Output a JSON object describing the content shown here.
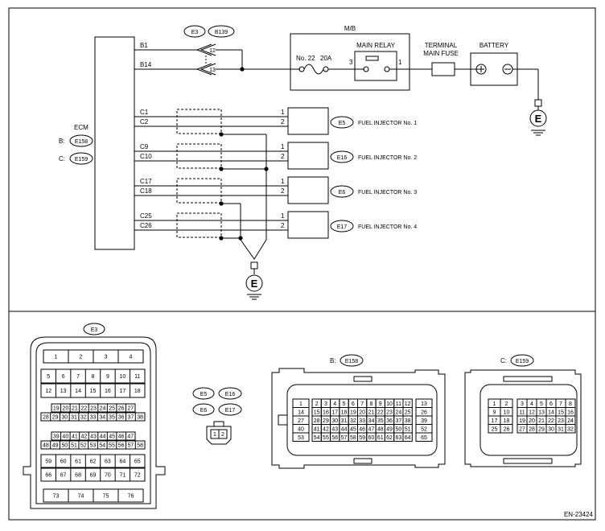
{
  "ecm": {
    "label": "ECM",
    "conn_b_prefix": "B:",
    "conn_b": "E158",
    "conn_c_prefix": "C:",
    "conn_c": "E159",
    "pins": [
      "B1",
      "B14",
      "C1",
      "C2",
      "C9",
      "C10",
      "C17",
      "C18",
      "C25",
      "C26"
    ]
  },
  "joint_connector": {
    "ids": [
      "E3",
      "B139"
    ],
    "pins": [
      "12",
      "13"
    ]
  },
  "mb": {
    "label": "M/B",
    "fuse_label": "No. 22",
    "fuse_rating": "20A",
    "relay_label": "MAIN RELAY",
    "relay_pin_left": "3",
    "relay_pin_right": "1"
  },
  "main_fuse": {
    "label_line1": "TERMINAL",
    "label_line2": "MAIN FUSE"
  },
  "battery": {
    "label": "BATTERY"
  },
  "ground_symbol": "E",
  "injectors": [
    {
      "conn": "E5",
      "name": "FUEL INJECTOR No. 1",
      "pin1": "1",
      "pin2": "2"
    },
    {
      "conn": "E16",
      "name": "FUEL INJECTOR No. 2",
      "pin1": "1",
      "pin2": "2"
    },
    {
      "conn": "E6",
      "name": "FUEL INJECTOR No. 3",
      "pin1": "1",
      "pin2": "2"
    },
    {
      "conn": "E17",
      "name": "FUEL INJECTOR No. 4",
      "pin1": "1",
      "pin2": "2"
    }
  ],
  "connector_e3": {
    "label": "E3",
    "rows": [
      [
        "1",
        "2",
        "3",
        "4"
      ],
      [
        "5",
        "6",
        "7",
        "8",
        "9",
        "10",
        "11"
      ],
      [
        "12",
        "13",
        "14",
        "15",
        "16",
        "17",
        "18"
      ],
      [
        "19",
        "20",
        "21",
        "22",
        "23",
        "24",
        "25",
        "26",
        "27"
      ],
      [
        "28",
        "29",
        "30",
        "31",
        "32",
        "33",
        "34",
        "35",
        "36",
        "37",
        "38"
      ],
      [
        "39",
        "40",
        "41",
        "42",
        "43",
        "44",
        "45",
        "46",
        "47"
      ],
      [
        "48",
        "49",
        "50",
        "51",
        "52",
        "53",
        "54",
        "55",
        "56",
        "57",
        "58"
      ],
      [
        "59",
        "60",
        "61",
        "62",
        "63",
        "64",
        "65"
      ],
      [
        "66",
        "67",
        "68",
        "69",
        "70",
        "71",
        "72"
      ],
      [
        "73",
        "74",
        "75",
        "76"
      ]
    ]
  },
  "injector_connector": {
    "labels": [
      "E5",
      "E16",
      "E6",
      "E17"
    ],
    "pins": [
      "1",
      "2"
    ]
  },
  "connector_e158": {
    "prefix": "B:",
    "label": "E158",
    "left_col": [
      "1",
      "14",
      "27",
      "40",
      "53"
    ],
    "right_col": [
      "13",
      "26",
      "39",
      "52",
      "65"
    ],
    "grid": [
      [
        "2",
        "3",
        "4",
        "5",
        "6",
        "7",
        "8",
        "9",
        "10",
        "11",
        "12"
      ],
      [
        "15",
        "16",
        "17",
        "18",
        "19",
        "20",
        "21",
        "22",
        "23",
        "24",
        "25"
      ],
      [
        "28",
        "29",
        "30",
        "31",
        "32",
        "33",
        "34",
        "35",
        "36",
        "37",
        "38"
      ],
      [
        "41",
        "42",
        "43",
        "44",
        "45",
        "46",
        "47",
        "48",
        "49",
        "50",
        "51"
      ],
      [
        "54",
        "55",
        "56",
        "57",
        "58",
        "59",
        "60",
        "61",
        "62",
        "63",
        "64"
      ]
    ]
  },
  "connector_e159": {
    "prefix": "C:",
    "label": "E159",
    "left_rows": [
      [
        "1",
        "2"
      ],
      [
        "9",
        "10"
      ],
      [
        "17",
        "18"
      ],
      [
        "25",
        "26"
      ]
    ],
    "grid": [
      [
        "3",
        "4",
        "5",
        "6",
        "7",
        "8"
      ],
      [
        "11",
        "12",
        "13",
        "14",
        "15",
        "16"
      ],
      [
        "19",
        "20",
        "21",
        "22",
        "23",
        "24"
      ],
      [
        "27",
        "28",
        "29",
        "30",
        "31",
        "32"
      ]
    ]
  },
  "doc_code": "EN-23424"
}
